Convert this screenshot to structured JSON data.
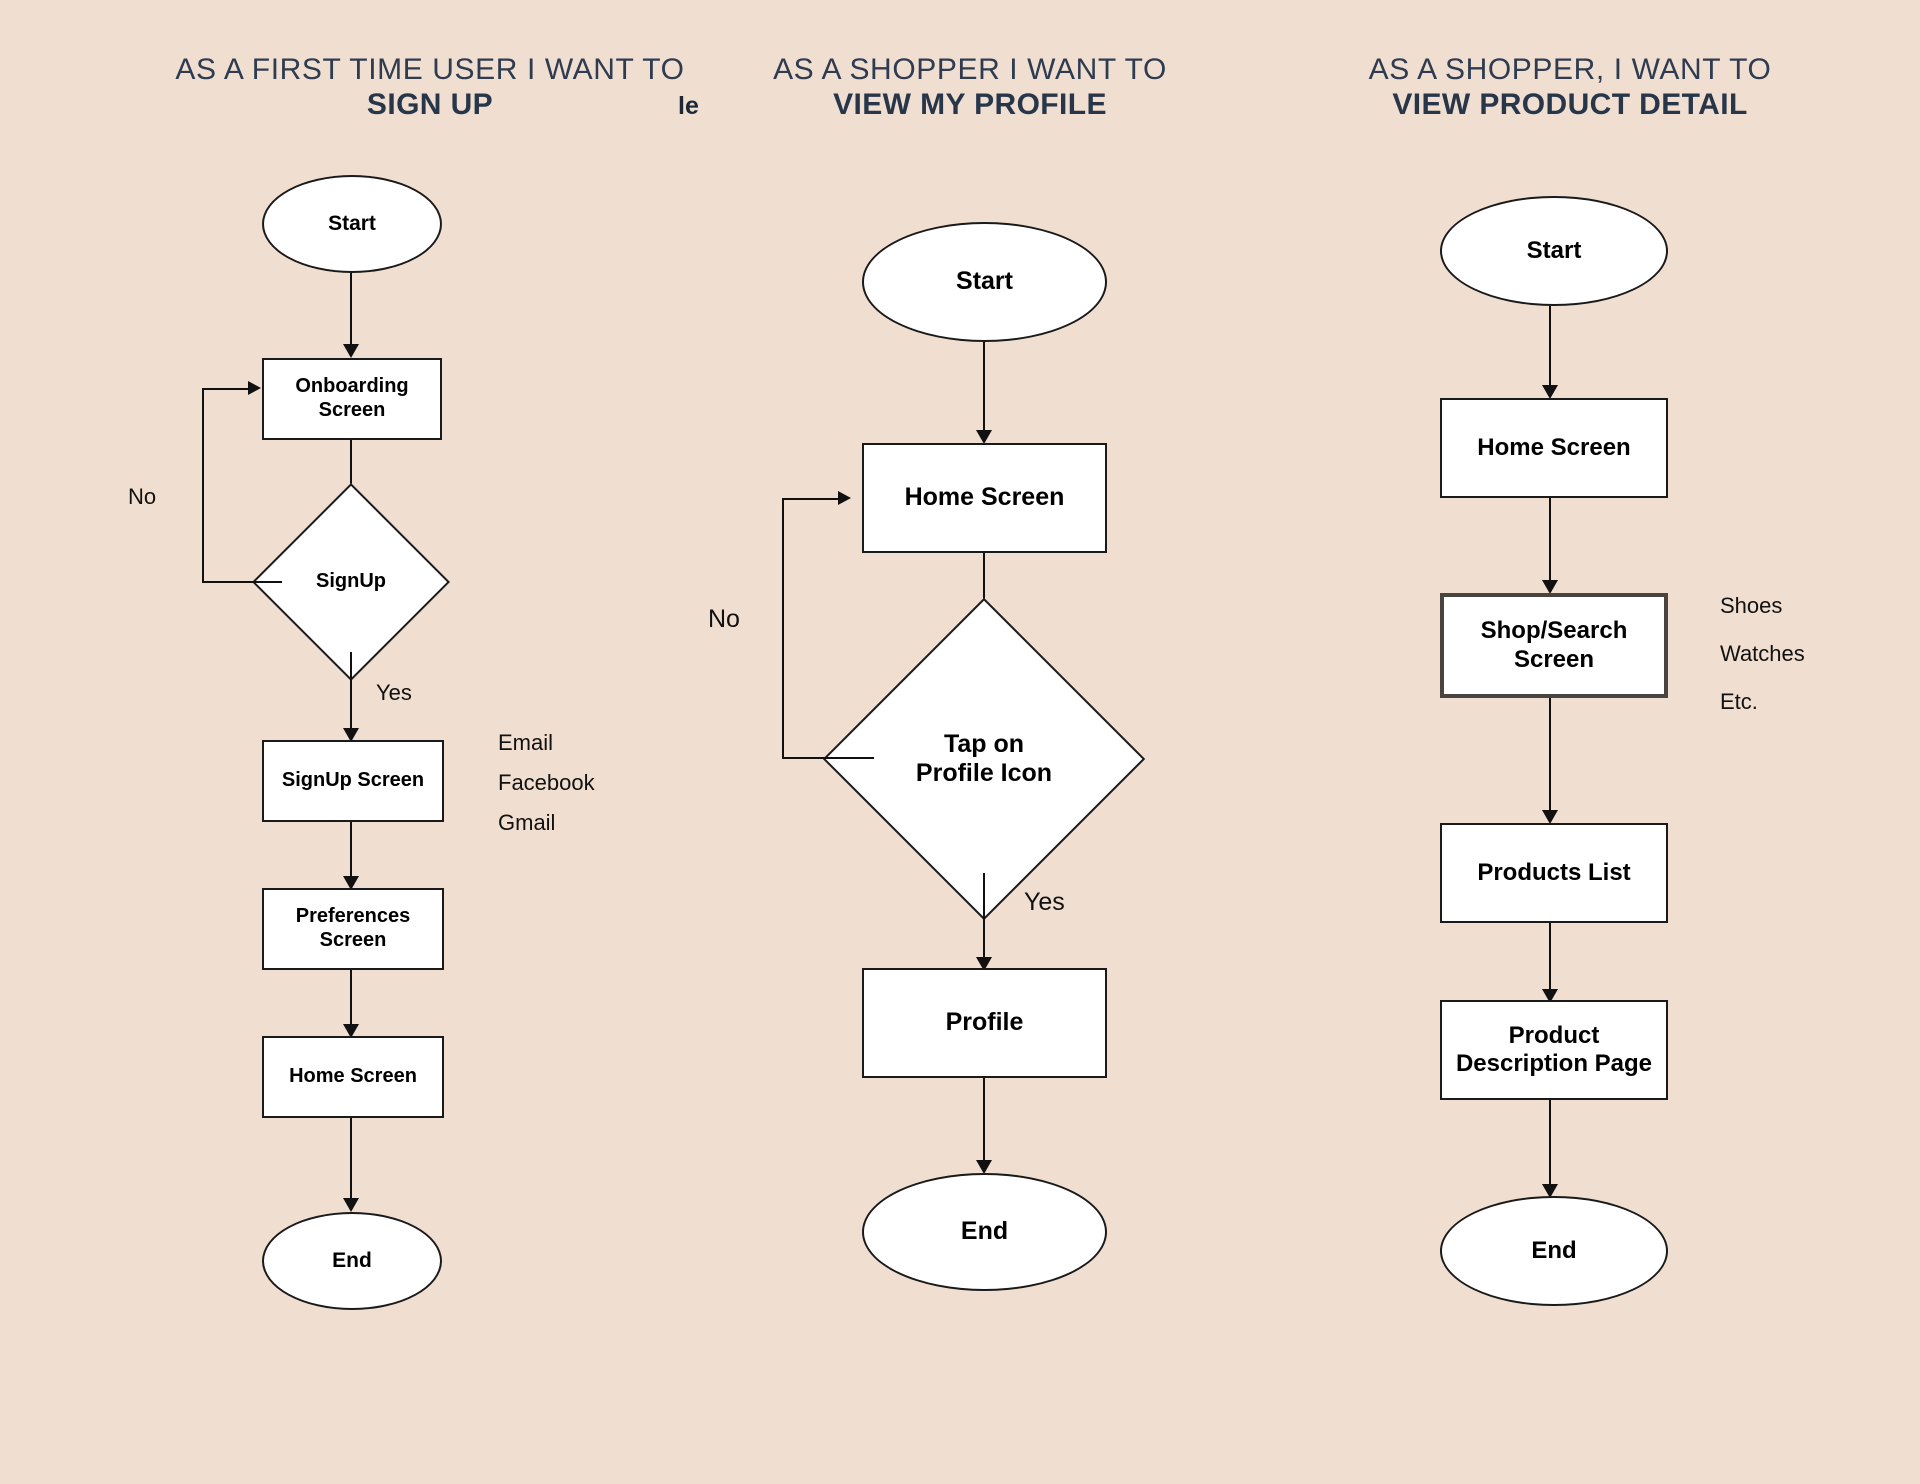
{
  "page": {
    "background_color": "#f0dfd1",
    "node_fill": "#ffffff",
    "node_stroke": "#1a1a1a",
    "header_color": "#2e3b50",
    "stray_text": "le"
  },
  "columns": [
    {
      "id": "signup",
      "header_line1": "AS A FIRST TIME USER I WANT TO",
      "header_line2": "SIGN UP",
      "nodes": {
        "start": "Start",
        "onboarding": "Onboarding Screen",
        "decision": "SignUp",
        "signup_screen": "SignUp Screen",
        "preferences": "Preferences Screen",
        "home": "Home Screen",
        "end": "End"
      },
      "edge_labels": {
        "no": "No",
        "yes": "Yes"
      },
      "side_notes": [
        "Email",
        "Facebook",
        "Gmail"
      ]
    },
    {
      "id": "profile",
      "header_line1": "AS A SHOPPER I WANT TO",
      "header_line2": "VIEW MY PROFILE",
      "nodes": {
        "start": "Start",
        "home": "Home Screen",
        "decision_line1": "Tap on",
        "decision_line2": "Profile Icon",
        "profile": "Profile",
        "end": "End"
      },
      "edge_labels": {
        "no": "No",
        "yes": "Yes"
      },
      "side_notes": []
    },
    {
      "id": "product-detail",
      "header_line1": "AS A SHOPPER, I WANT TO",
      "header_line2": "VIEW PRODUCT DETAIL",
      "nodes": {
        "start": "Start",
        "home": "Home Screen",
        "shop_search_line1": "Shop/Search",
        "shop_search_line2": "Screen",
        "products_list": "Products List",
        "pdp_line1": "Product",
        "pdp_line2": "Description Page",
        "end": "End"
      },
      "edge_labels": {},
      "side_notes": [
        "Shoes",
        "Watches",
        "Etc."
      ]
    }
  ]
}
